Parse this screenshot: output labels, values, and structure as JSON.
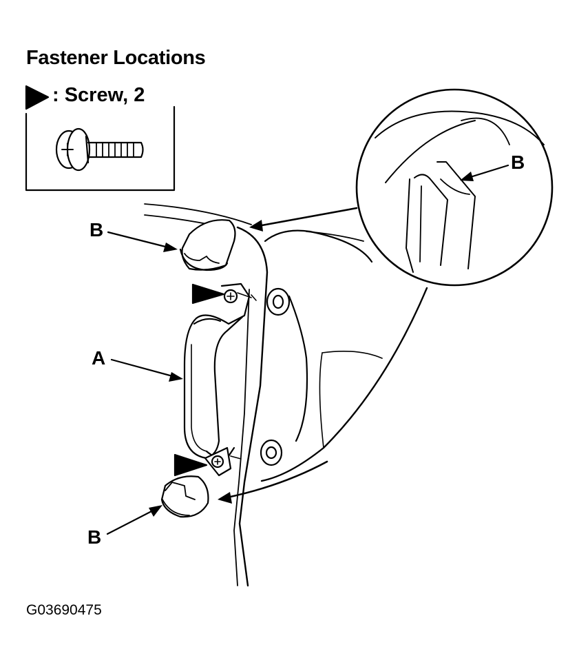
{
  "title": "Fastener Locations",
  "legend": {
    "symbol": "screw-marker-icon",
    "text": ": Screw, 2"
  },
  "callouts": {
    "a": "A",
    "b_top": "B",
    "b_detail": "B",
    "b_bottom": "B"
  },
  "figure_id": "G03690475",
  "colors": {
    "ink": "#000000",
    "paper": "#ffffff"
  }
}
